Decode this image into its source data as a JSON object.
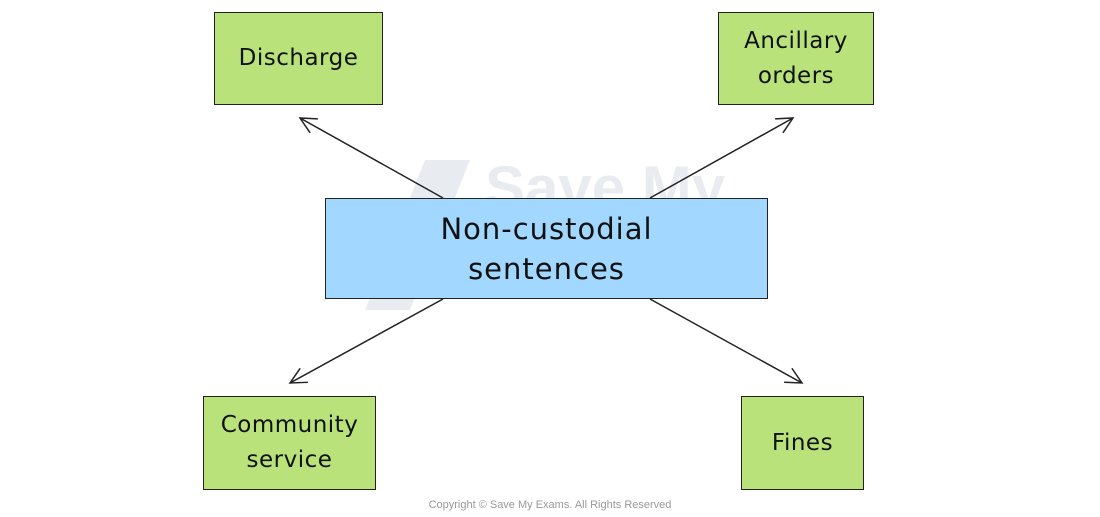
{
  "diagram": {
    "center": {
      "label": "Non-custodial\nsentences",
      "color": "#a2d8ff"
    },
    "branches": [
      {
        "id": "discharge",
        "label": "Discharge",
        "color": "#b9e27a"
      },
      {
        "id": "ancillary",
        "label": "Ancillary\norders",
        "color": "#b9e27a"
      },
      {
        "id": "community",
        "label": "Community\nservice",
        "color": "#b9e27a"
      },
      {
        "id": "fines",
        "label": "Fines",
        "color": "#b9e27a"
      }
    ]
  },
  "watermark": {
    "text": "Save My\nExams"
  },
  "footer": {
    "copyright": "Copyright © Save My Exams. All Rights Reserved"
  }
}
